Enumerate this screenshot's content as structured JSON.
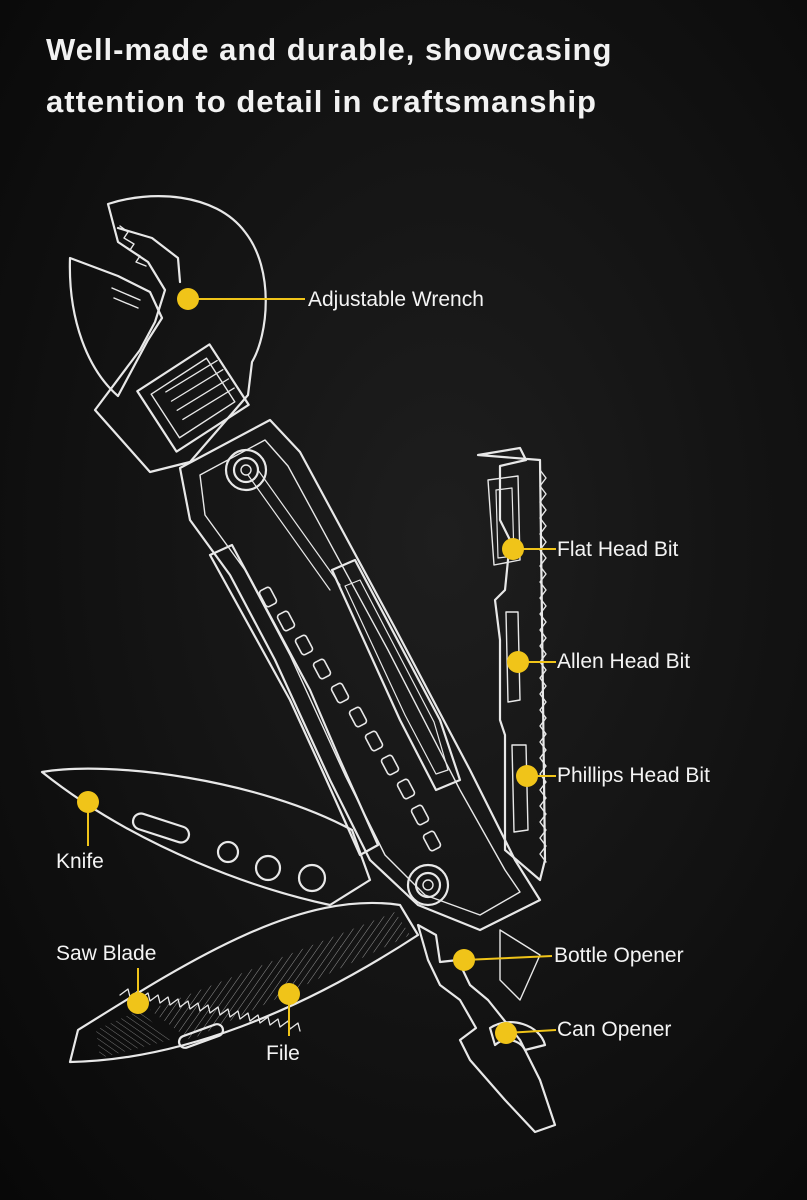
{
  "headline": {
    "line1": "Well-made and durable, showcasing",
    "line2": "attention to detail in craftsmanship"
  },
  "colors": {
    "background": "#111111",
    "outline": "#e8e8e8",
    "accent": "#f0c419"
  },
  "callouts": [
    {
      "key": "adjustable-wrench",
      "label": "Adjustable Wrench"
    },
    {
      "key": "flat-head-bit",
      "label": "Flat Head Bit"
    },
    {
      "key": "allen-head-bit",
      "label": "Allen Head Bit"
    },
    {
      "key": "phillips-head-bit",
      "label": "Phillips Head Bit"
    },
    {
      "key": "knife",
      "label": "Knife"
    },
    {
      "key": "saw-blade",
      "label": "Saw Blade"
    },
    {
      "key": "file",
      "label": "File"
    },
    {
      "key": "bottle-opener",
      "label": "Bottle Opener"
    },
    {
      "key": "can-opener",
      "label": "Can Opener"
    }
  ]
}
